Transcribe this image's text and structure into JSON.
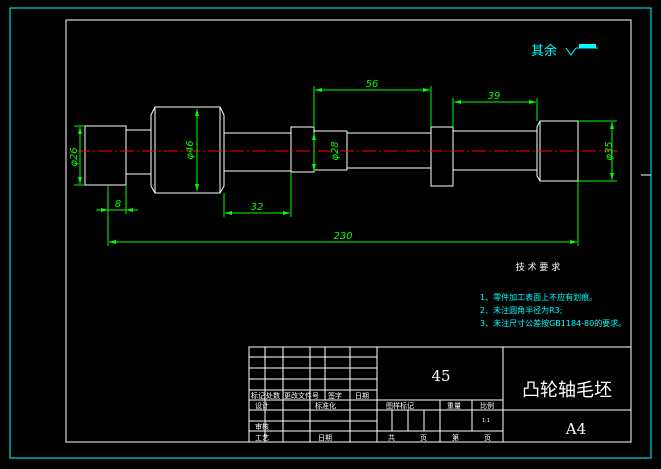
{
  "surface_finish": {
    "label": "其余",
    "icon": "roughness-triangle-icon"
  },
  "dimensions": {
    "d26": "φ26",
    "d46": "φ46",
    "d28": "φ28",
    "d35": "φ35",
    "len56": "56",
    "len39": "39",
    "len32": "32",
    "len8": "8",
    "len230": "230"
  },
  "tech_requirements": {
    "title": "技 术 要 求",
    "items": [
      "1、零件加工表面上不应有划痕。",
      "2、未注圆角半径为R3;",
      "3、未注尺寸公差按GB1184-80的要求。"
    ]
  },
  "title_block": {
    "material": "45",
    "part_name": "凸轮轴毛坯",
    "sheet_size": "A4",
    "rev_headers": [
      "标记",
      "处数",
      "更改文件号",
      "签字",
      "日期"
    ],
    "design_label": "设计",
    "standardization_label": "标准化",
    "review_label": "审核",
    "process_label": "工艺",
    "date_label": "日期",
    "stage_mark_label": "图样标记",
    "weight_label": "重量",
    "scale_label": "比例",
    "scale_value": "1:1",
    "sheet_label_a": "共",
    "sheet_label_b": "页",
    "sheet_label_c": "第",
    "sheet_label_d": "页"
  },
  "colors": {
    "background": "#000000",
    "border": "#00ffff",
    "frame": "#ffffff",
    "dimension": "#00ff00",
    "centerline": "#ff0000",
    "text": "#ffffff",
    "note": "#00ffff"
  }
}
